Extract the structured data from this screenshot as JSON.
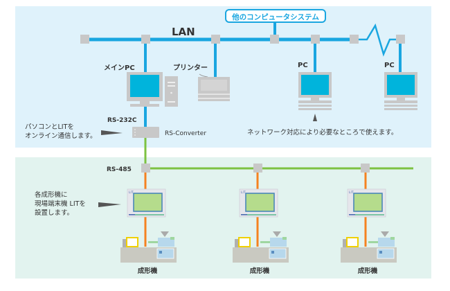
{
  "title": "LIT network configuration diagram",
  "colors": {
    "top_panel_bg": "#dff2fb",
    "bottom_panel_bg": "#e2f3ef",
    "lan_line": "#1aa6e0",
    "rs485_line": "#7dc242",
    "lit_drop_line": "#f58220",
    "node": "#c8c8c8",
    "monitor_screen": "#00b4dc",
    "lit_screen": "#b5dc8c",
    "callout_box_border": "#1aa6e0",
    "text": "#333333"
  },
  "network": {
    "lan_label": "LAN",
    "other_systems_label": "他のコンピュータシステム",
    "rs232c_label": "RS-232C",
    "rs485_label": "RS-485",
    "converter_label": "RS-Converter"
  },
  "devices": {
    "main_pc_label": "メインPC",
    "printer_label": "プリンター",
    "pc_labels": [
      "PC",
      "PC"
    ],
    "machine_labels": [
      "成形機",
      "成形機",
      "成形機"
    ],
    "lit_badge": "LIT"
  },
  "annotations": {
    "pc_link": [
      "パソコンとLITを",
      "オンライン通信します。"
    ],
    "network_use": "ネットワーク対応により必要なところで使えます。",
    "lit_install": [
      "各成形機に",
      "現場端末機 LITを",
      "設置します。"
    ]
  }
}
